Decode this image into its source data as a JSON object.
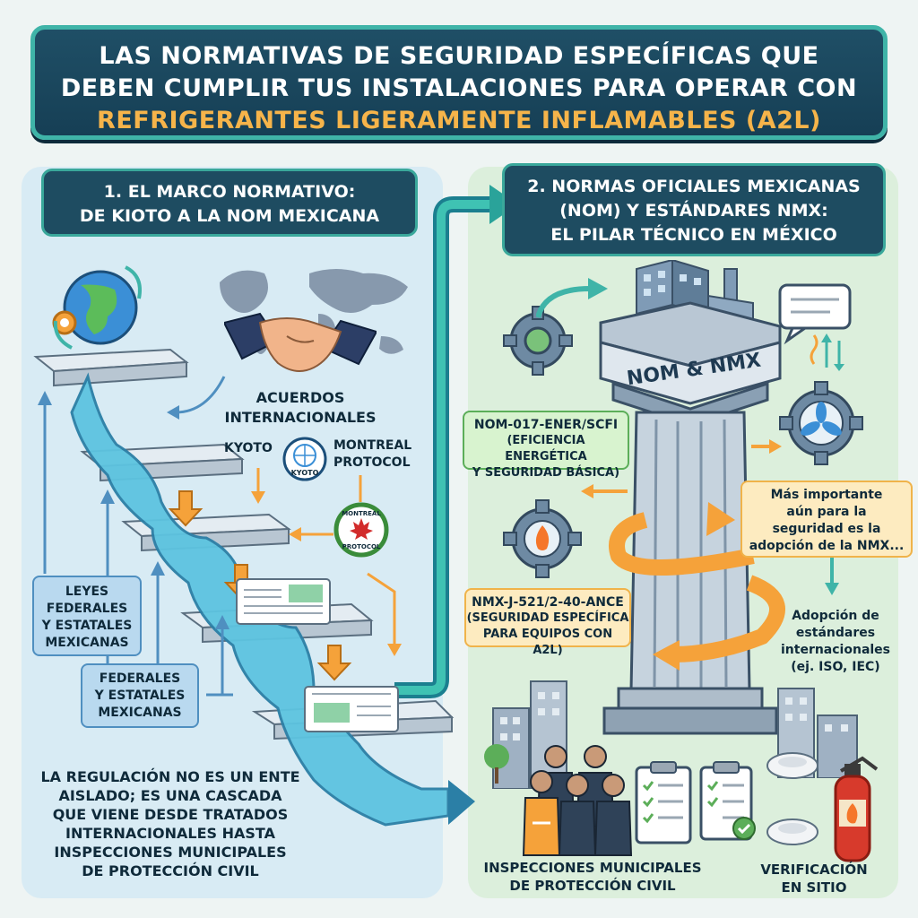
{
  "title": {
    "line1": "Las normativas de seguridad específicas que",
    "line2": "deben cumplir tus instalaciones para operar con",
    "line3": "refrigerantes ligeramente inflamables (A2L)"
  },
  "section1": {
    "title_line1": "1. El marco normativo:",
    "title_line2": "de Kioto a la NOM mexicana",
    "acuerdos_line1": "Acuerdos",
    "acuerdos_line2": "internacionales",
    "kyoto": "KYOTO",
    "kyoto_seal": "KYOTO",
    "montreal_line1": "MONTREAL",
    "montreal_line2": "PROTOCOL",
    "montreal_seal_top": "MONTREAL",
    "montreal_seal_bottom": "PROTOCOL",
    "leyes_box": [
      "LEYES",
      "FEDERALES",
      "Y ESTATALES",
      "MEXICANAS"
    ],
    "federales_box": [
      "FEDERALES",
      "Y ESTATALES",
      "MEXICANAS"
    ],
    "caption": [
      "La regulación no es un ente",
      "aislado; es una cascada",
      "que viene desde tratados",
      "internacionales  hasta",
      "inspecciones municipales",
      "de protección civil"
    ]
  },
  "section2": {
    "title_line1": "2. Normas Oficiales Mexicanas",
    "title_line2": "(NOM) y Estándares NMX:",
    "title_line3": "El pilar técnico en México",
    "pillar_label": "NOM & NMX",
    "nom_box": [
      "NOM-017-ENER/SCFI",
      "(EFICIENCIA ENERGÉTICA",
      "Y SEGURIDAD BÁSICA)"
    ],
    "nmx_box": [
      "NMX-J-521/2-40-ANCE",
      "(SEGURIDAD ESPECÍFICA",
      "PARA EQUIPOS CON A2L)"
    ],
    "importante_box": [
      "Más importante",
      "aún para la",
      "seguridad es la",
      "adopción de la NMX..."
    ],
    "adopcion": [
      "Adopción de",
      "estándares",
      "internacionales",
      "(ej. ISO, IEC)"
    ],
    "inspecciones": [
      "INSPECCIONES MUNICIPALES",
      "DE PROTECCIÓN CIVIL"
    ],
    "verificacion": [
      "Verificación",
      "en sitio"
    ]
  },
  "colors": {
    "banner": "#1f4f66",
    "accent": "#f6b44a",
    "teal": "#3fb4a8",
    "panel_blue": "#d8ebf4",
    "panel_green": "#dcefdc",
    "arrow_orange": "#f5a23a"
  },
  "icons": [
    "globe-icon",
    "handshake-icon",
    "world-map-icon",
    "kyoto-seal-icon",
    "montreal-seal-icon",
    "document-icon",
    "gear-icon",
    "fan-gear-icon",
    "flame-gear-icon",
    "factory-icon",
    "speech-bubble-icon",
    "pillar-icon",
    "clipboard-checklist-icon",
    "smoke-detector-icon",
    "fire-extinguisher-icon",
    "inspector-group-icon",
    "city-buildings-icon"
  ]
}
